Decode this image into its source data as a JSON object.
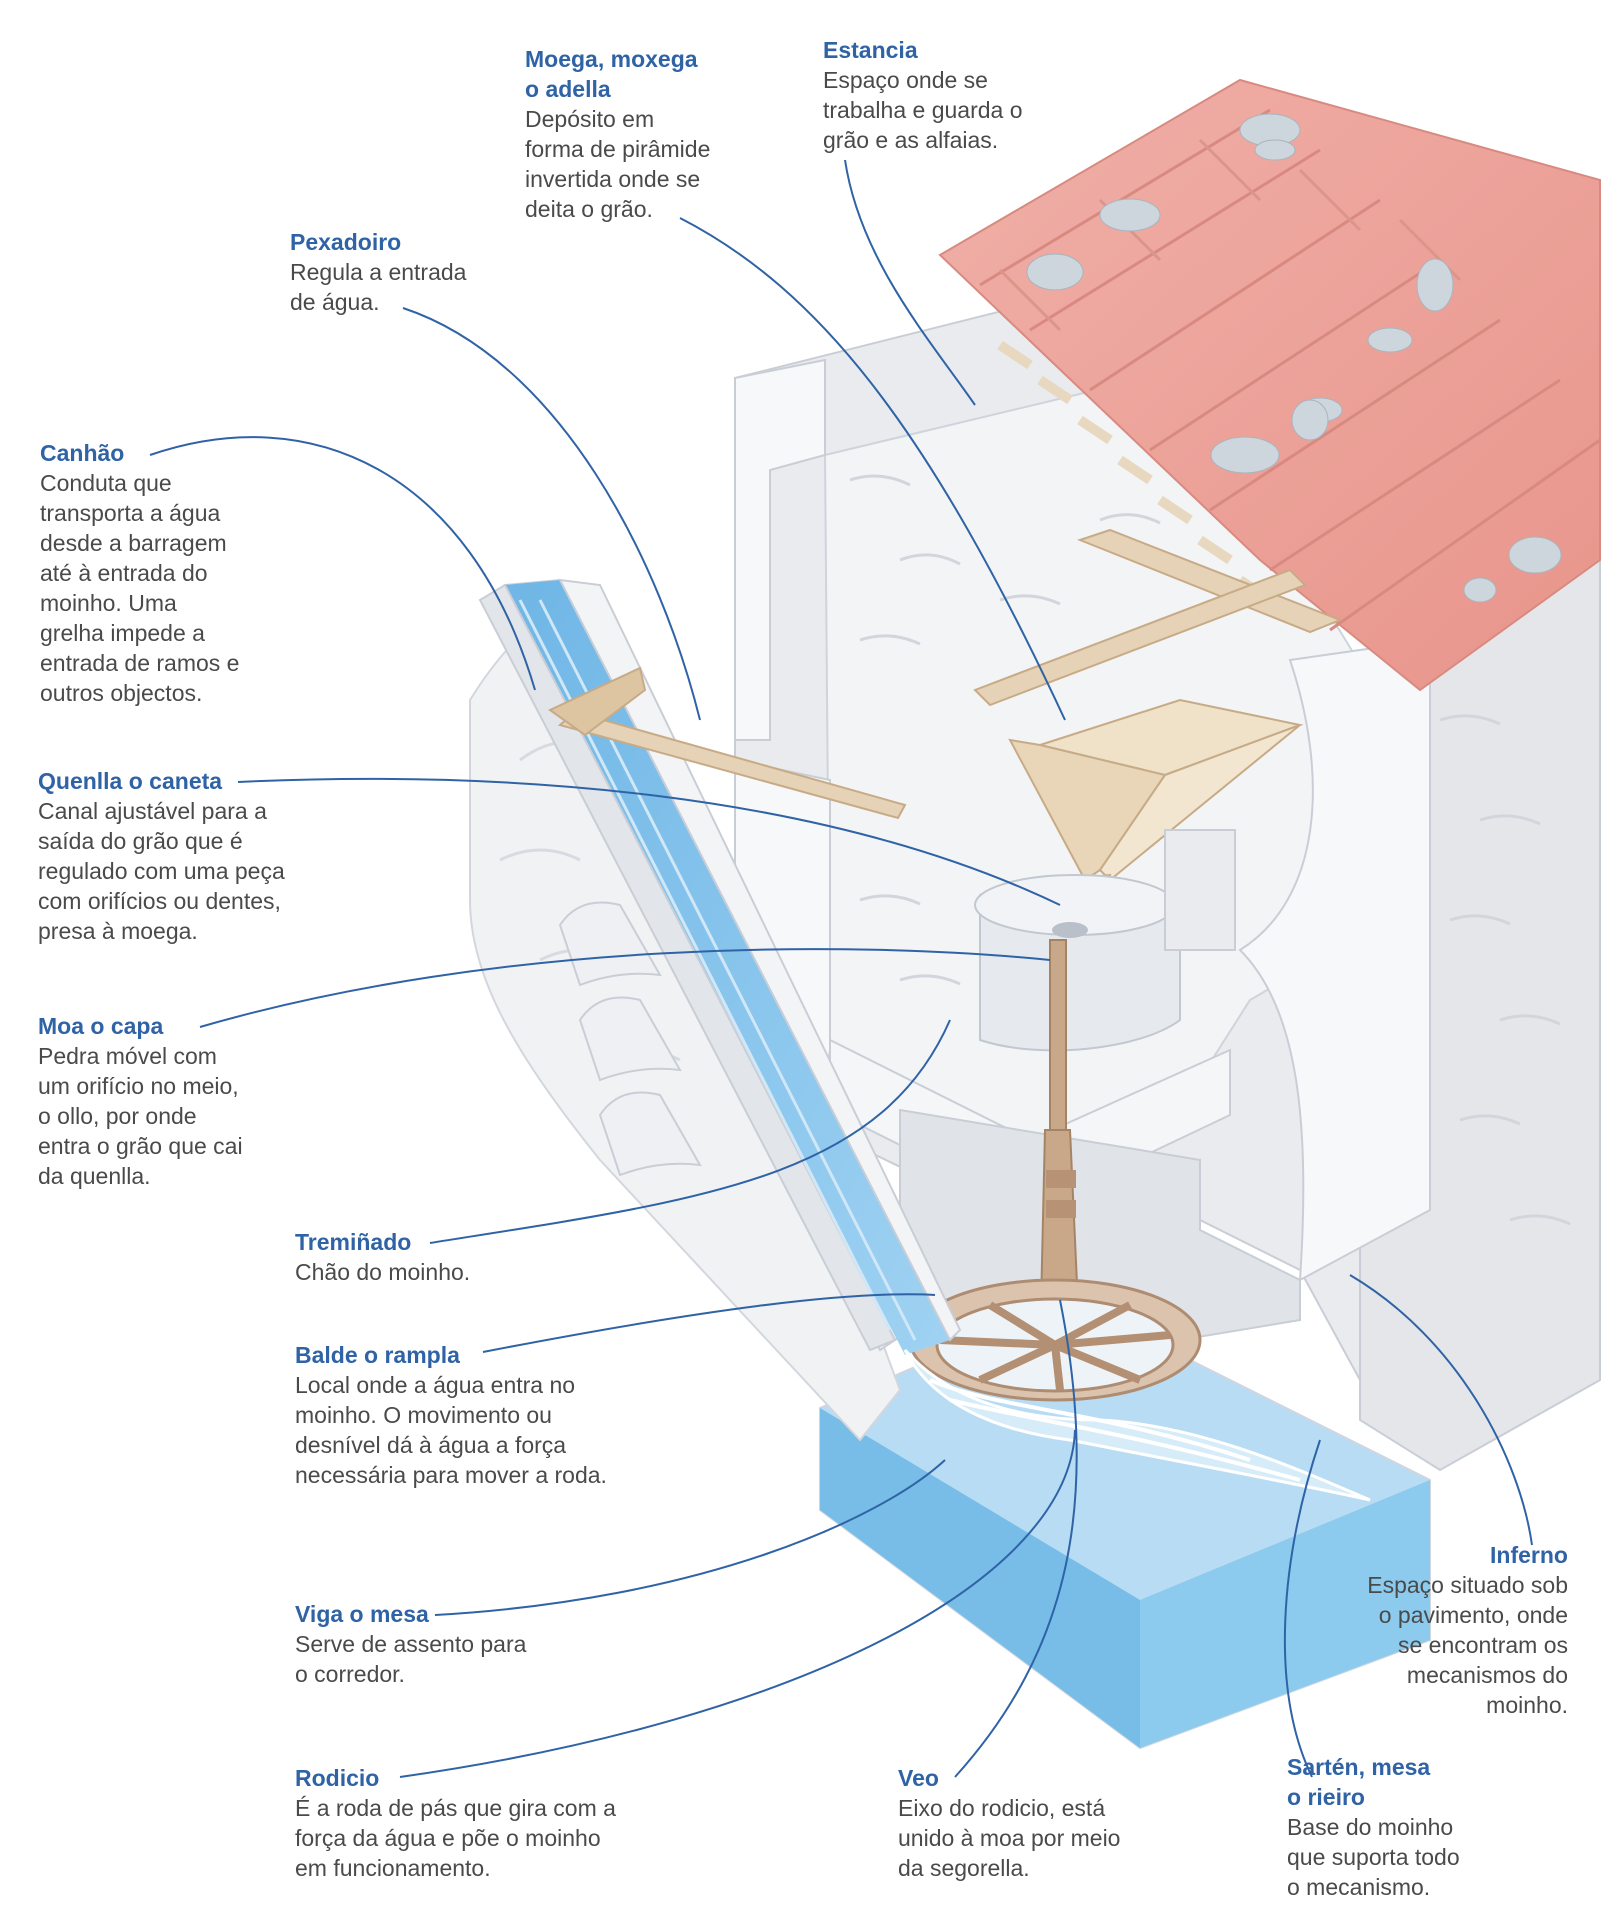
{
  "labels": {
    "moega": {
      "title": "Moega, moxega\no adella",
      "desc": "Depósito em\nforma de pirâmide\ninvertida onde se\ndeita o grão."
    },
    "estancia": {
      "title": "Estancia",
      "desc": "Espaço onde se\ntrabalha e guarda o\ngrão e as alfaias."
    },
    "pexadoiro": {
      "title": "Pexadoiro",
      "desc": "Regula a entrada\nde água."
    },
    "canhao": {
      "title": "Canhão",
      "desc": "Conduta que\ntransporta a água\ndesde a barragem\naté à entrada do\nmoinho. Uma\ngrelha impede a\nentrada de ramos e\noutros objectos."
    },
    "quenlla": {
      "title": "Quenlla o caneta",
      "desc": "Canal ajustável para a\nsaída do grão que é\nregulado com uma peça\ncom orifícios ou dentes,\npresa à moega."
    },
    "moa": {
      "title": "Moa o capa",
      "desc": "Pedra móvel com\num orifício no meio,\no ollo, por onde\nentra o grão que cai\nda quenlla."
    },
    "treminado": {
      "title": "Tremiñado",
      "desc": "Chão do moinho."
    },
    "balde": {
      "title": "Balde o rampla",
      "desc": "Local onde a água entra no\nmoinho. O movimento ou\ndesnível dá à água a força\nnecessária para mover a roda."
    },
    "viga": {
      "title": "Viga o mesa",
      "desc": "Serve de assento para\no corredor."
    },
    "rodicio": {
      "title": "Rodicio",
      "desc": "É a roda de pás que gira com a\nforça da água e põe o moinho\nem funcionamento."
    },
    "veo": {
      "title": "Veo",
      "desc": "Eixo do rodicio, está\nunido à moa por meio\nda segorella."
    },
    "sarten": {
      "title": "Sartén, mesa\no rieiro",
      "desc": "Base do moinho\nque suporta todo\no mecanismo."
    },
    "inferno": {
      "title": "Inferno",
      "desc": "Espaço situado sob\no pavimento, onde\nse encontram os\nmecanismos do\nmoinho."
    }
  },
  "colors": {
    "label_title": "#2f63a6",
    "label_text": "#4a4a4a",
    "leader_line": "#2f63a6",
    "wall": "#e7e9ed",
    "roof": "#eda59c",
    "water": "#7cbfe8",
    "wood": "#e6d2b6"
  }
}
